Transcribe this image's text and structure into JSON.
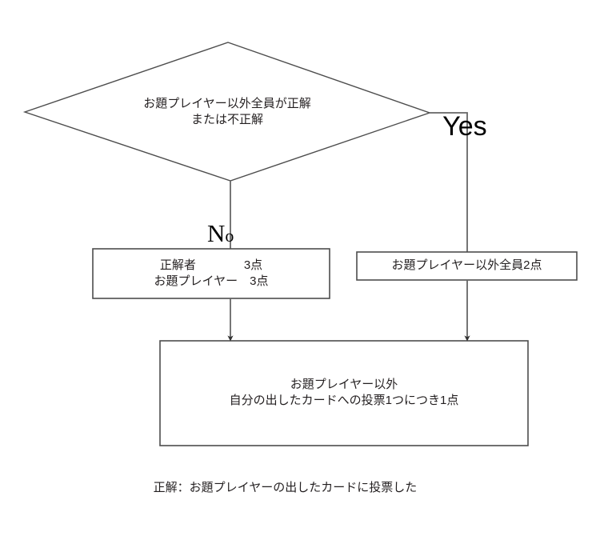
{
  "diagram": {
    "title_text": "",
    "stroke_color": "#4d4d4d",
    "text_color": "#231f20",
    "background": "#ffffff",
    "decision": {
      "name": "decision-all-correct-or-incorrect",
      "line1": "お題プレイヤー以外全員が正解",
      "line2": "または不正解"
    },
    "branches": {
      "yes_label": "Yes",
      "no_label_main": "N",
      "no_label_small": "o"
    },
    "left_box": {
      "name": "box-scores-correct",
      "line1": "正解者　　　　3点",
      "line2": "お題プレイヤー　3点"
    },
    "right_box": {
      "name": "box-all-others-2points",
      "line1": "お題プレイヤー以外全員2点"
    },
    "bottom_box": {
      "name": "box-vote-bonus",
      "line1": "お題プレイヤー以外",
      "line2": "自分の出したカードへの投票1つにつき1点"
    },
    "footnote": {
      "text": "正解：お題プレイヤーの出したカードに投票した"
    }
  }
}
